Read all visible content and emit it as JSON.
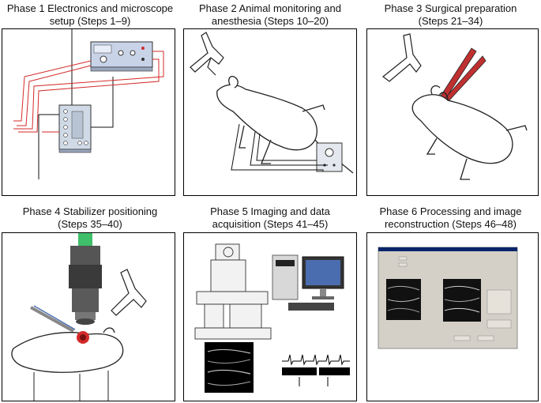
{
  "phases": [
    {
      "title_line1": "Phase 1 Electronics and microscope",
      "title_line2": "setup (Steps 1–9)"
    },
    {
      "title_line1": "Phase 2 Animal monitoring and",
      "title_line2": "anesthesia (Steps 10–20)"
    },
    {
      "title_line1": "Phase 3 Surgical preparation",
      "title_line2": "(Steps 21–34)"
    },
    {
      "title_line1": "Phase 4 Stabilizer positioning",
      "title_line2": "(Steps 35–40)"
    },
    {
      "title_line1": "Phase 5 Imaging and data",
      "title_line2": "acquisition (Steps 41–45)"
    },
    {
      "title_line1": "Phase 6 Processing and image",
      "title_line2": "reconstruction (Steps 46–48)"
    }
  ],
  "colors": {
    "wire_red": "#d42a2a",
    "green_beam": "#3fbf6a",
    "instrument_blue": "#4a6db0",
    "scissors_red": "#c03030"
  }
}
